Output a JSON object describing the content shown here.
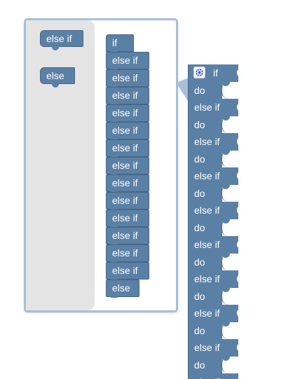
{
  "flyout": {
    "else_if_label": "else if",
    "else_label": "else"
  },
  "stack": {
    "if_label": "if",
    "items": [
      "else if",
      "else if",
      "else if",
      "else if",
      "else if",
      "else if",
      "else if",
      "else if",
      "else if",
      "else if",
      "else if",
      "else if",
      "else if"
    ],
    "else_label": "else"
  },
  "main": {
    "rows": [
      {
        "label": "if",
        "kind": "cond"
      },
      {
        "label": "do",
        "kind": "stmt"
      },
      {
        "label": "else if",
        "kind": "cond"
      },
      {
        "label": "do",
        "kind": "stmt"
      },
      {
        "label": "else if",
        "kind": "cond"
      },
      {
        "label": "do",
        "kind": "stmt"
      },
      {
        "label": "else if",
        "kind": "cond"
      },
      {
        "label": "do",
        "kind": "stmt"
      },
      {
        "label": "else if",
        "kind": "cond"
      },
      {
        "label": "do",
        "kind": "stmt"
      },
      {
        "label": "else if",
        "kind": "cond"
      },
      {
        "label": "do",
        "kind": "stmt"
      },
      {
        "label": "else if",
        "kind": "cond"
      },
      {
        "label": "do",
        "kind": "stmt"
      },
      {
        "label": "else if",
        "kind": "cond"
      },
      {
        "label": "do",
        "kind": "stmt"
      },
      {
        "label": "else if",
        "kind": "cond"
      },
      {
        "label": "do",
        "kind": "stmt"
      },
      {
        "label": "else if",
        "kind": "cond"
      }
    ]
  },
  "colors": {
    "block": "#5b80a5",
    "block_border": "#496684",
    "bubble_border": "#a9bfd9",
    "flyout_bg": "#e4e4e4"
  },
  "icons": {
    "mutator": "gear-icon"
  }
}
